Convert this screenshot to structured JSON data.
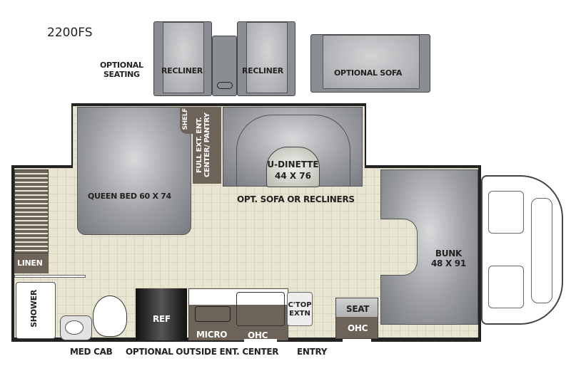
{
  "model": "2200FS",
  "optional_seating": {
    "label_line1": "OPTIONAL",
    "label_line2": "SEATING",
    "recliner1": "RECLINER",
    "recliner2": "RECLINER",
    "sofa": "OPTIONAL SOFA"
  },
  "rooms": {
    "queen_bed": "QUEEN BED 60 X 74",
    "shelf": "SHELF",
    "pantry": "FULL EXT. ENT. CENTER/ PANTRY",
    "dinette_line1": "U-DINETTE",
    "dinette_line2": "44 X 76",
    "opt_sofa": "OPT. SOFA OR RECLINERS",
    "bunk_line1": "BUNK",
    "bunk_line2": "48 X 91",
    "linen": "LINEN",
    "shower": "SHOWER",
    "ref": "REF",
    "micro": "MICRO",
    "ohc1": "OHC",
    "ctop_line1": "C'TOP",
    "ctop_line2": "EXTN",
    "seat": "SEAT",
    "ohc2": "OHC"
  },
  "bottom_labels": {
    "med_cab": "MED CAB",
    "outside_ent": "OPTIONAL OUTSIDE ENT. CENTER",
    "entry": "ENTRY"
  },
  "colors": {
    "floor": "#e8e5d3",
    "cabinet": "#6e6358",
    "wall": "#222222",
    "furniture": "#9c9ea2"
  }
}
